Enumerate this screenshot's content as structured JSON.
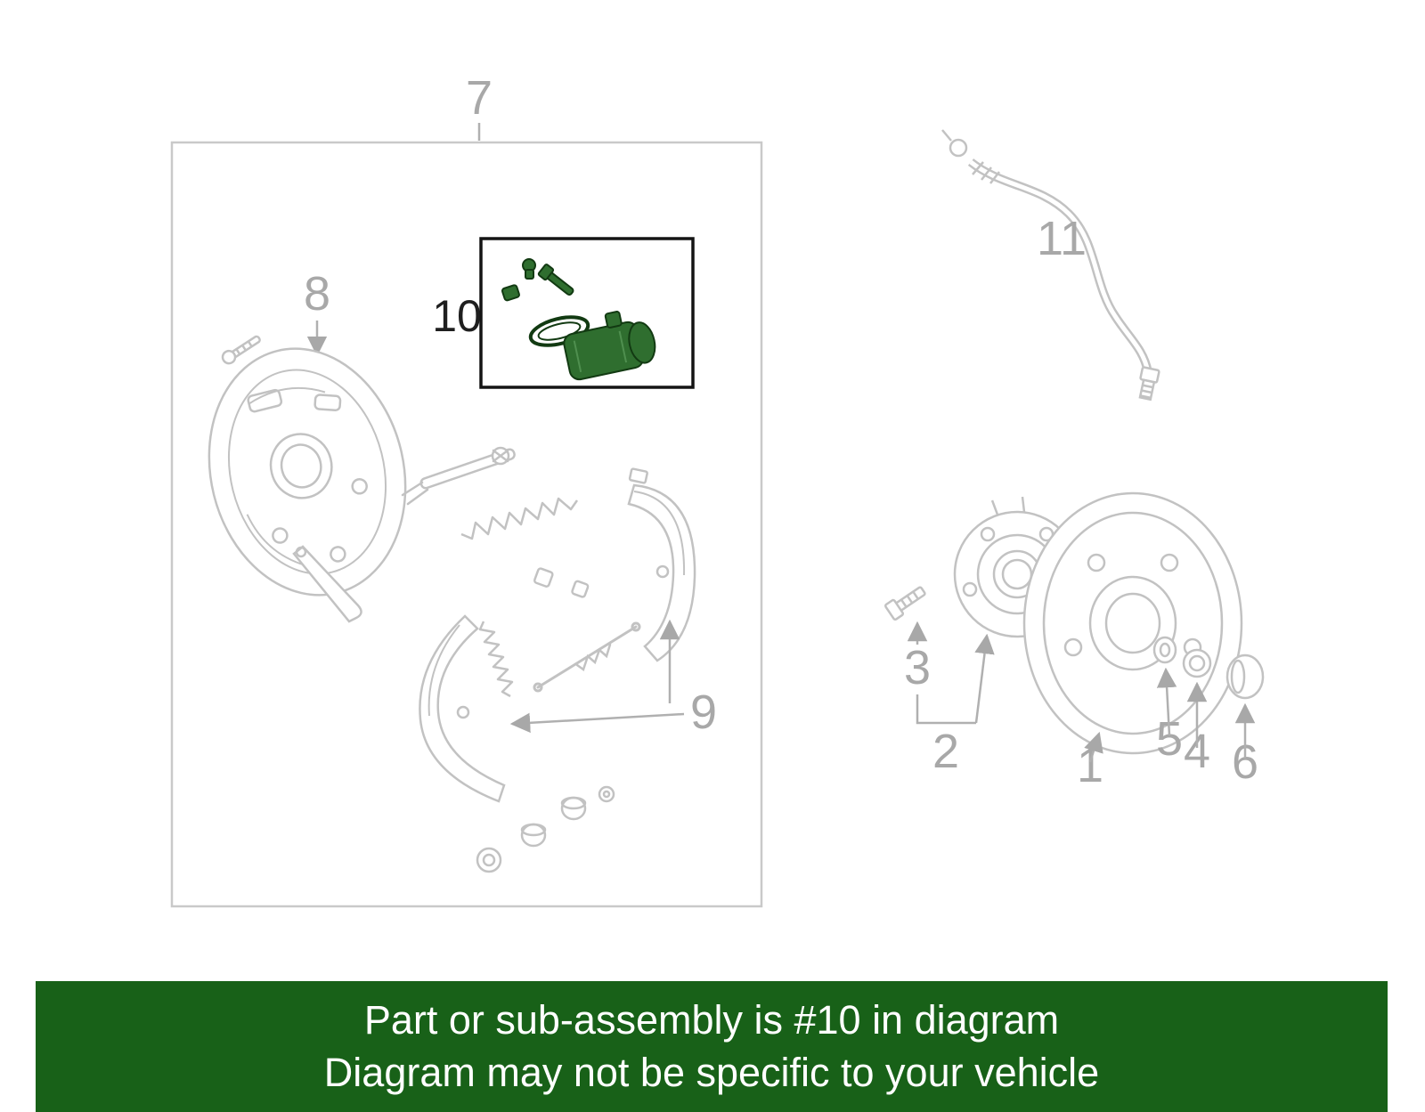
{
  "page": {
    "background": "#ffffff"
  },
  "diagram": {
    "line_color": "#bcbcbc",
    "highlight_color": "#2f6e2f",
    "highlight_outline": "#123a12",
    "labels": {
      "drum": "1",
      "hub": "2",
      "hub_bolt": "3",
      "nut": "4",
      "washer": "5",
      "dust_cap": "6",
      "brake_assembly_box": "7",
      "backing_plate": "8",
      "shoe_kit": "9",
      "wheel_cylinder": "10",
      "brake_hose": "11"
    }
  },
  "banner": {
    "background": "#186118",
    "text_color": "#ffffff",
    "line1": "Part or sub-assembly is #10 in diagram",
    "line2": "Diagram may not be specific to your vehicle"
  }
}
